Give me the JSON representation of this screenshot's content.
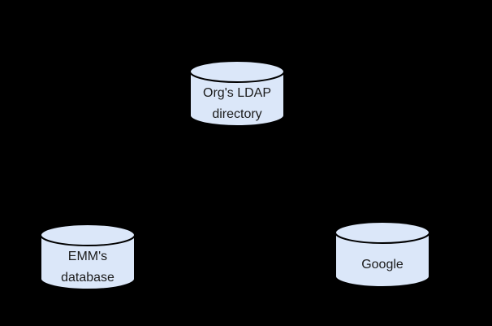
{
  "canvas": {
    "background_color": "#000000"
  },
  "diagram": {
    "node_fill": "#dbe7f9",
    "node_stroke": "#000000",
    "nodes": [
      {
        "id": "org-ldap-directory",
        "shape": "database-cylinder",
        "line1": "Org's LDAP",
        "line2": "directory"
      },
      {
        "id": "emm-database",
        "shape": "database-cylinder",
        "line1": "EMM's",
        "line2": "database"
      },
      {
        "id": "google",
        "shape": "database-cylinder",
        "line1": "Google",
        "line2": ""
      }
    ]
  }
}
